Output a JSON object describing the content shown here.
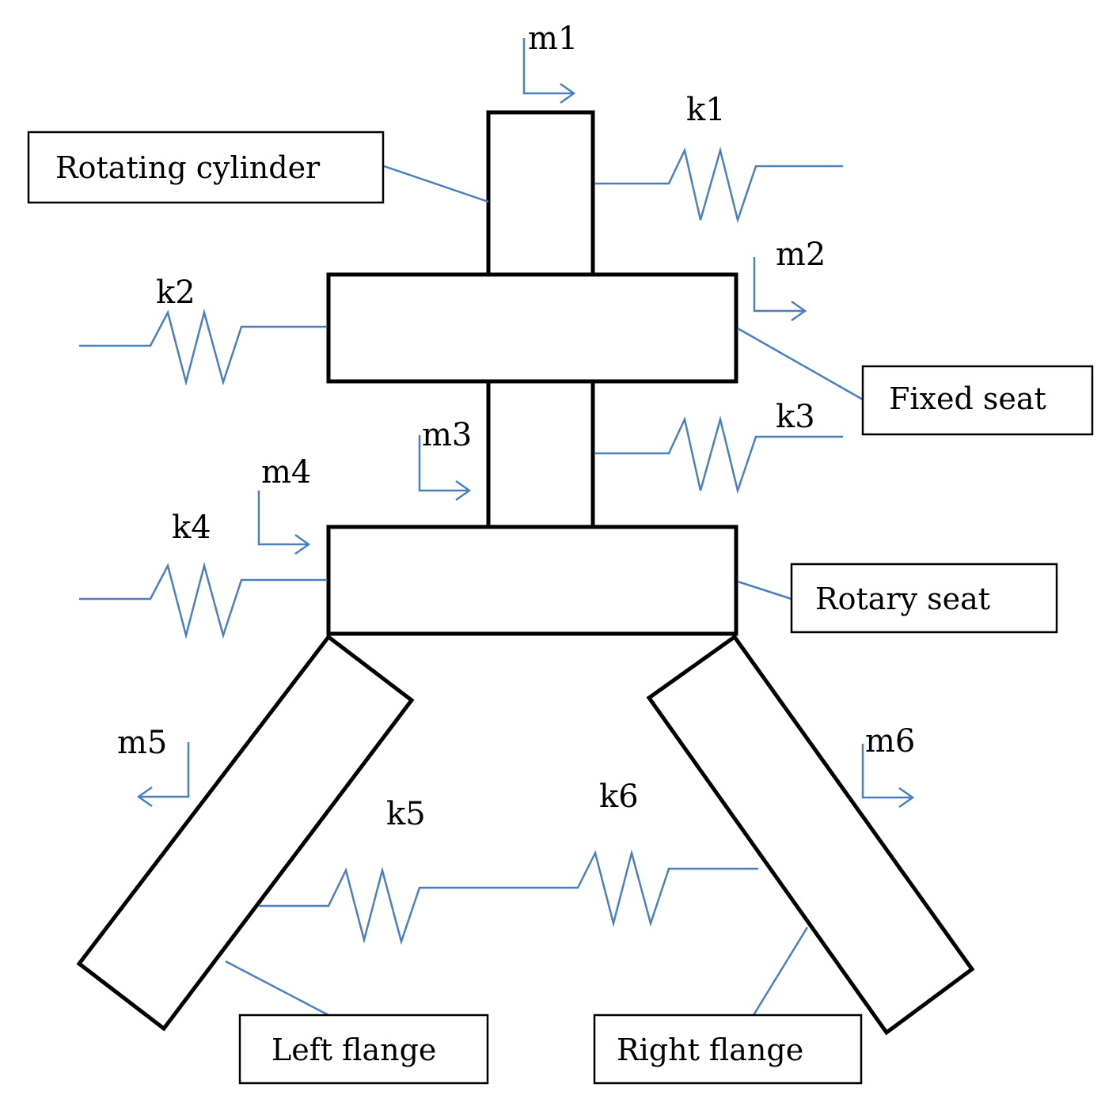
{
  "masses": {
    "m1": "m1",
    "m2": "m2",
    "m3": "m3",
    "m4": "m4",
    "m5": "m5",
    "m6": "m6"
  },
  "springs": {
    "k1": "k1",
    "k2": "k2",
    "k3": "k3",
    "k4": "k4",
    "k5": "k5",
    "k6": "k6"
  },
  "callouts": {
    "rotating_cylinder": "Rotating cylinder",
    "fixed_seat": "Fixed seat",
    "rotary_seat": "Rotary seat",
    "left_flange": "Left flange",
    "right_flange": "Right flange"
  },
  "colors": {
    "structure": "#000000",
    "springs_and_leaders": "#4a7fc1"
  }
}
